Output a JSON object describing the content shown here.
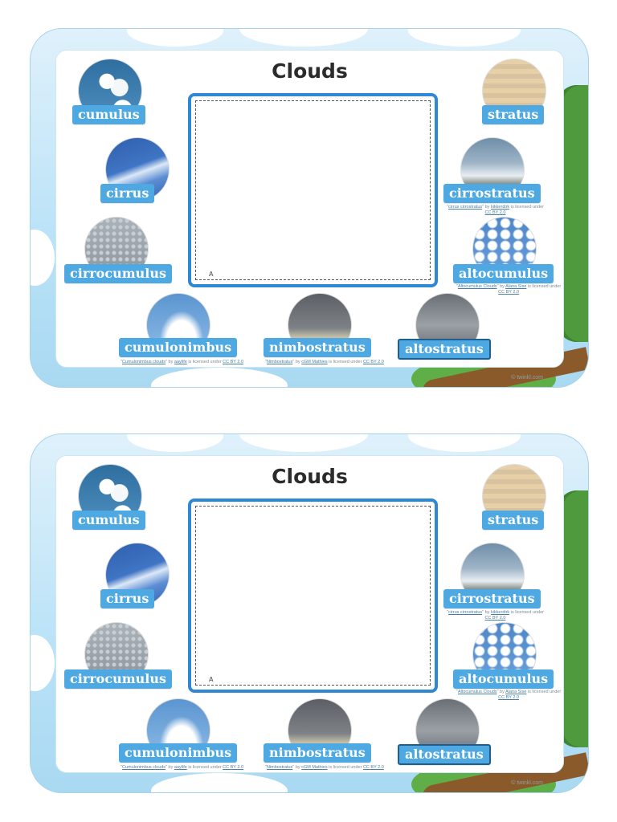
{
  "worksheet": {
    "title": "Clouds",
    "board_mark": "A",
    "copyright": "© twinkl.com",
    "clouds": {
      "cumulus": {
        "label": "cumulus"
      },
      "stratus": {
        "label": "stratus"
      },
      "cirrus": {
        "label": "cirrus"
      },
      "cirrostratus": {
        "label": "cirrostratus",
        "credit_prefix": "\"",
        "credit_title": "cirrus cirrostratus",
        "credit_by": "\" by ",
        "credit_author": "kikkerdirk",
        "credit_mid": " is licensed under ",
        "credit_license": "CC BY 2.0"
      },
      "cirrocumulus": {
        "label": "cirrocumulus"
      },
      "altocumulus": {
        "label": "altocumulus",
        "credit_prefix": "\"",
        "credit_title": "Altocumulus Clouds",
        "credit_by": "\" by ",
        "credit_author": "Alana Sise",
        "credit_mid": " is licensed under ",
        "credit_license": "CC BY 2.0"
      },
      "cumulonimbus": {
        "label": "cumulonimbus",
        "credit_prefix": "\"",
        "credit_title": "Cumulonimbus clouds",
        "credit_by": "\" by ",
        "credit_author": "aaylife",
        "credit_mid": " is licensed under ",
        "credit_license": "CC BY 2.0"
      },
      "nimbostratus": {
        "label": "nimbostratus",
        "credit_prefix": "\"",
        "credit_title": "Nimbostratus",
        "credit_by": "\" by ",
        "credit_author": "cGM Mathies",
        "credit_mid": " is licensed under ",
        "credit_license": "CC BY 2.0"
      },
      "altostratus": {
        "label": "altostratus"
      }
    }
  }
}
